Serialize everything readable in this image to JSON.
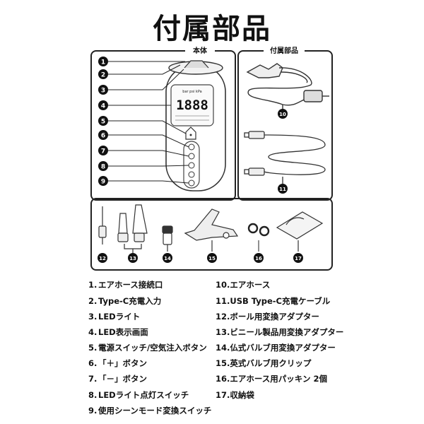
{
  "title": "付属部品",
  "panels": {
    "main_label": "本体",
    "accessory_label": "付属部品"
  },
  "device": {
    "lcd_digits": "1888",
    "lcd_top": "bar psi kPa"
  },
  "badges": [
    "1",
    "2",
    "3",
    "4",
    "5",
    "6",
    "7",
    "8",
    "9",
    "10",
    "11",
    "12",
    "13",
    "14",
    "15",
    "16",
    "17"
  ],
  "legend_left": [
    {
      "num": "1.",
      "text": "エアホース接続口"
    },
    {
      "num": "2.",
      "text": "Type-C充電入力"
    },
    {
      "num": "3.",
      "text": "LEDライト"
    },
    {
      "num": "4.",
      "text": "LED表示画面"
    },
    {
      "num": "5.",
      "text": "電源スイッチ/空気注入ボタン"
    },
    {
      "num": "6.",
      "text": "「＋」ボタン"
    },
    {
      "num": "7.",
      "text": "「－」ボタン"
    },
    {
      "num": "8.",
      "text": "LEDライト点灯スイッチ"
    },
    {
      "num": "9.",
      "text": "使用シーンモード変換スイッチ"
    }
  ],
  "legend_right": [
    {
      "num": "10.",
      "text": "エアホース"
    },
    {
      "num": "11.",
      "text": "USB Type-C充電ケーブル"
    },
    {
      "num": "12.",
      "text": "ボール用変換アダプター"
    },
    {
      "num": "13.",
      "text": "ビニール製品用変換アダプター"
    },
    {
      "num": "14.",
      "text": "仏式バルブ用変換アダプター"
    },
    {
      "num": "15.",
      "text": "英式バルブ用クリップ"
    },
    {
      "num": "16.",
      "text": "エアホース用パッキン 2個"
    },
    {
      "num": "17.",
      "text": "収納袋"
    }
  ]
}
